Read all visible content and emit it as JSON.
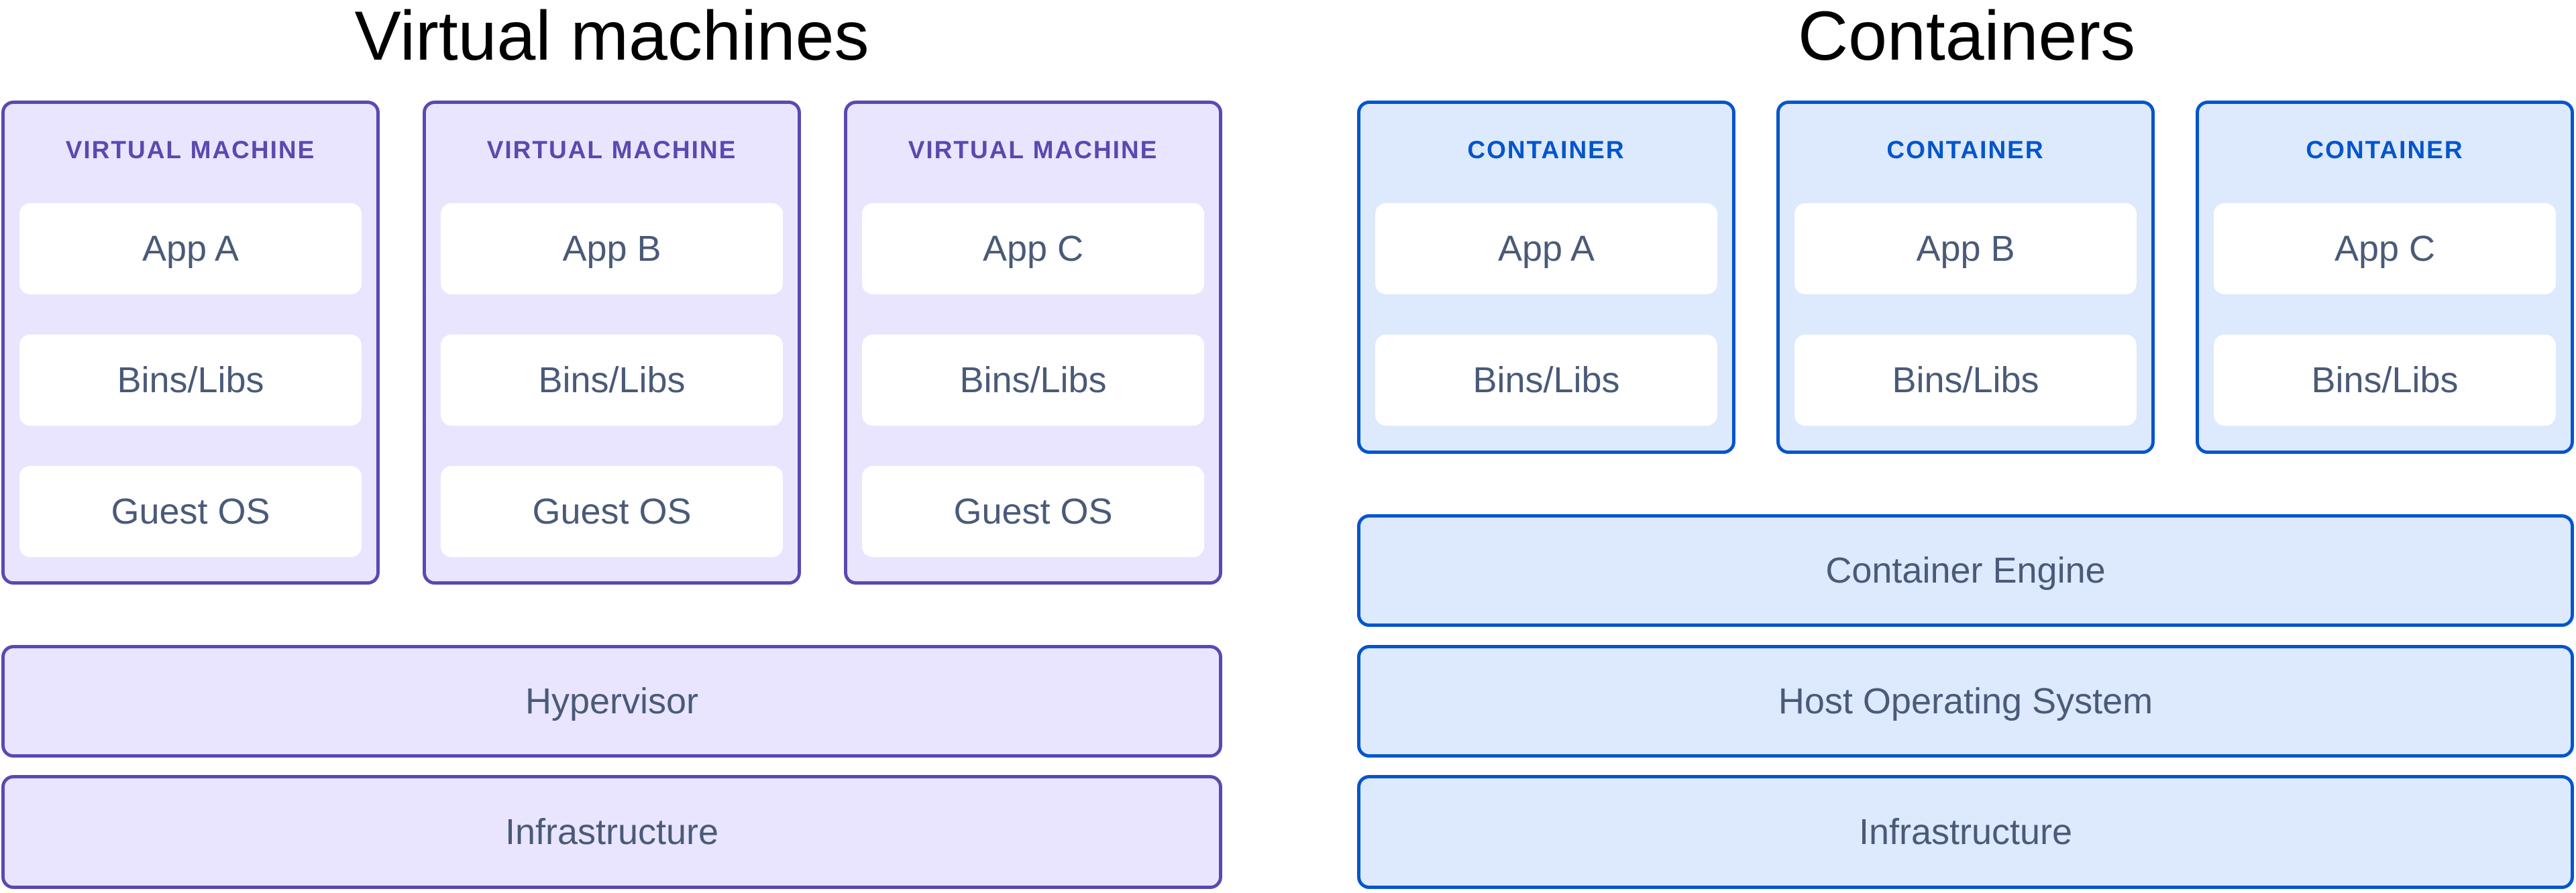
{
  "vm_section": {
    "title": "Virtual machines",
    "machines": [
      {
        "label": "VIRTUAL MACHINE",
        "layers": [
          "App A",
          "Bins/Libs",
          "Guest OS"
        ]
      },
      {
        "label": "VIRTUAL MACHINE",
        "layers": [
          "App B",
          "Bins/Libs",
          "Guest OS"
        ]
      },
      {
        "label": "VIRTUAL MACHINE",
        "layers": [
          "App C",
          "Bins/Libs",
          "Guest OS"
        ]
      }
    ],
    "hypervisor": "Hypervisor",
    "infrastructure": "Infrastructure"
  },
  "container_section": {
    "title": "Containers",
    "containers": [
      {
        "label": "CONTAINER",
        "layers": [
          "App A",
          "Bins/Libs"
        ]
      },
      {
        "label": "CONTAINER",
        "layers": [
          "App B",
          "Bins/Libs"
        ]
      },
      {
        "label": "CONTAINER",
        "layers": [
          "App C",
          "Bins/Libs"
        ]
      }
    ],
    "engine": "Container Engine",
    "host_os": "Host Operating System",
    "infrastructure": "Infrastructure"
  },
  "colors": {
    "vm_border": "#5b48b0",
    "vm_fill": "#e9e5ff",
    "container_border": "#0055cc",
    "container_fill": "#dde9fc",
    "text": "#4a5a78"
  }
}
